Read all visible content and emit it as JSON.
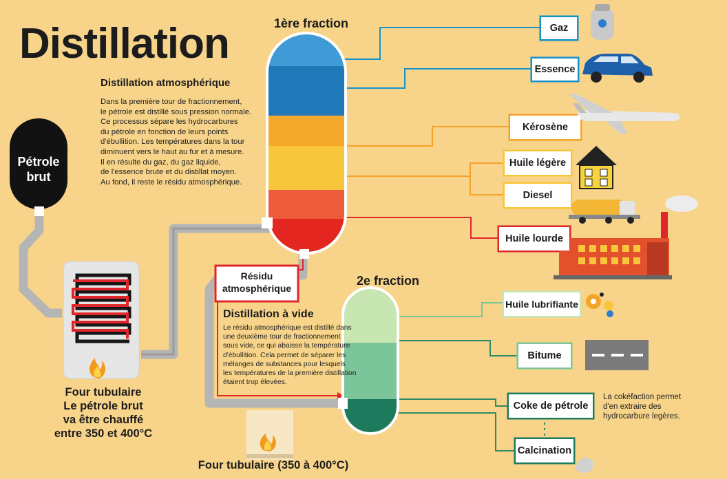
{
  "title": "Distillation",
  "atmospheric": {
    "heading": "Distillation atmosphérique",
    "text": "Dans la première tour de fractionnement,\nle pétrole est distillé sous pression normale.\nCe processus sépare les hydrocarbures\ndu pétrole en fonction de leurs points\nd'ébullition. Les températures dans la tour\ndiminuent vers le haut au fur et à mesure.\nIl en résulte du gaz, du gaz liquide,\nde l'essence brute et du distillat moyen.\nAu fond, il reste le résidu atmosphérique."
  },
  "crude": {
    "label": "Pétrole\nbrut"
  },
  "furnace1": {
    "caption": "Four tubulaire\nLe pétrole brut\nva être chauffé\nentre 350 et 400°C"
  },
  "residue": {
    "label": "Résidu\natmosphérique"
  },
  "vacuum": {
    "heading": "Distillation à vide",
    "text": "Le résidu atmosphérique est distillé dans\nune deuxième tour de fractionnement\nsous vide, ce qui abaisse la température\nd'ébullition. Cela permet de séparer les\nmélanges de substances pour lesquels\nles températures de la première distillation\nétaient trop élevées."
  },
  "furnace2": {
    "caption": "Four tubulaire (350 à 400°C)"
  },
  "fraction1": {
    "label": "1ère fraction"
  },
  "fraction2": {
    "label": "2e fraction"
  },
  "products1": [
    "Gaz",
    "Essence",
    "Kérosène",
    "Huile légère",
    "Diesel",
    "Huile lourde"
  ],
  "products2": [
    "Huile lubrifiante",
    "Bitume",
    "Coke de pétrole",
    "Calcination"
  ],
  "coking_note": "La cokéfaction permet\nd'en extraire des\nhydrocarbure legères.",
  "colors": {
    "background": "#f7d48a",
    "pipe": "#b5b5b5",
    "blue_light": "#3f9ad6",
    "blue": "#1f78b8",
    "orange": "#f4a92c",
    "yellow": "#f8c63a",
    "red_orange": "#ee5b3a",
    "red": "#e3261f",
    "green_light": "#c7e6b2",
    "green": "#7cc49a",
    "green_dark": "#1e7a5c",
    "line_blue": "#1591c9",
    "line_orange": "#f5a22a",
    "line_red": "#e0262a",
    "line_green": "#2f8a63"
  }
}
